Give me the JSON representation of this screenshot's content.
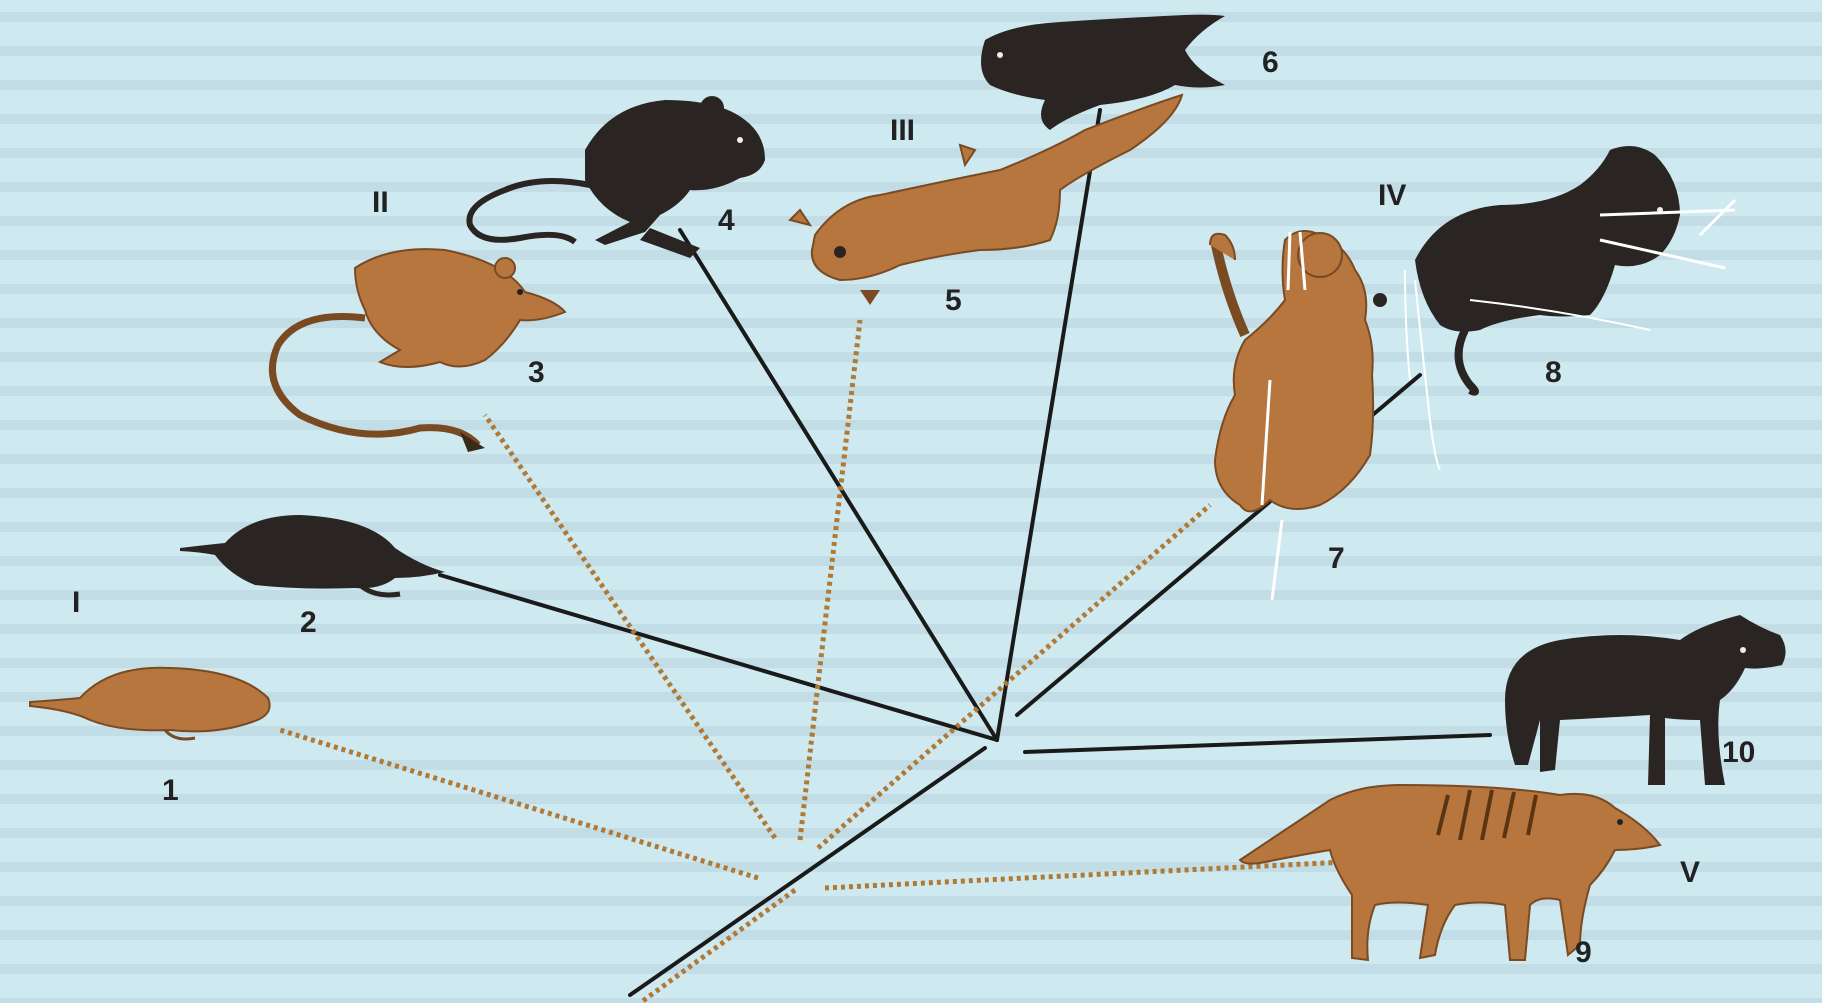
{
  "colors": {
    "background": "#cfe9f1",
    "placental": "#2a2522",
    "marsupial": "#b7763e",
    "marsupial_dark": "#7a4a22",
    "placental_line": "#1a1a1a",
    "marsupial_line": "#b07a35",
    "label": "#222222"
  },
  "groups": [
    {
      "id": "group-1",
      "label": "I"
    },
    {
      "id": "group-2",
      "label": "II"
    },
    {
      "id": "group-3",
      "label": "III"
    },
    {
      "id": "group-4",
      "label": "IV"
    },
    {
      "id": "group-5",
      "label": "V"
    }
  ],
  "animals": [
    {
      "id": "animal-1",
      "number": "1",
      "kind": "marsupial"
    },
    {
      "id": "animal-2",
      "number": "2",
      "kind": "placental"
    },
    {
      "id": "animal-3",
      "number": "3",
      "kind": "marsupial"
    },
    {
      "id": "animal-4",
      "number": "4",
      "kind": "placental"
    },
    {
      "id": "animal-5",
      "number": "5",
      "kind": "marsupial"
    },
    {
      "id": "animal-6",
      "number": "6",
      "kind": "placental"
    },
    {
      "id": "animal-7",
      "number": "7",
      "kind": "marsupial"
    },
    {
      "id": "animal-8",
      "number": "8",
      "kind": "placental"
    },
    {
      "id": "animal-9",
      "number": "9",
      "kind": "marsupial"
    },
    {
      "id": "animal-10",
      "number": "10",
      "kind": "placental"
    }
  ]
}
